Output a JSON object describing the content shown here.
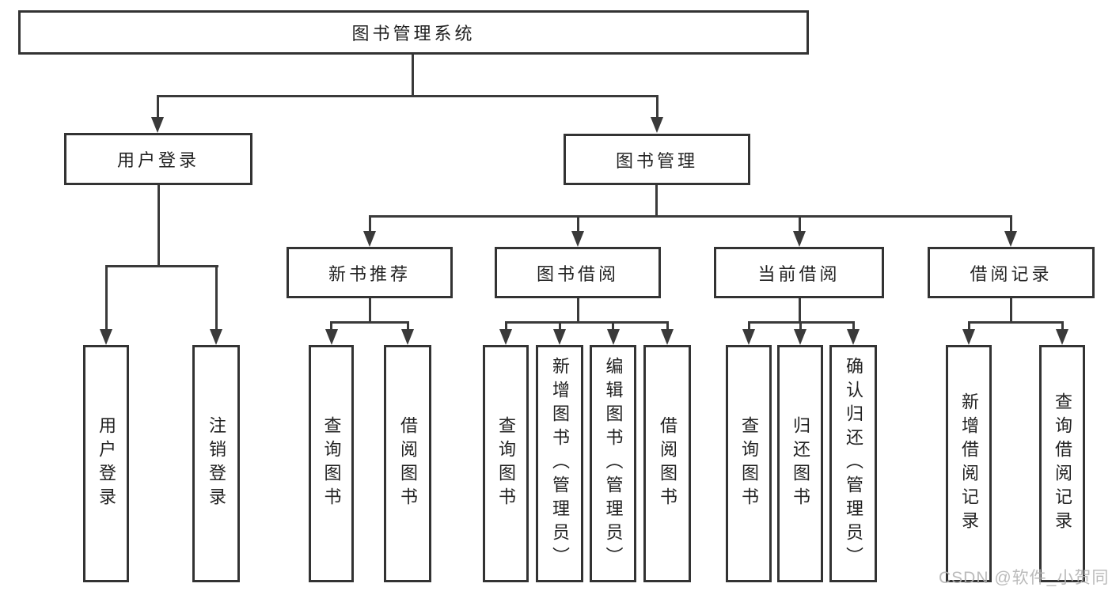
{
  "colors": {
    "line": "#3a3a3a",
    "box_border": "#333333",
    "box_fill": "#ffffff",
    "text": "#222222",
    "watermark": "#b4b4b4",
    "background": "#ffffff"
  },
  "tree": {
    "root": {
      "label": "图书管理系统",
      "children": [
        {
          "label": "用户登录",
          "children": [
            {
              "label": "用户登录"
            },
            {
              "label": "注销登录"
            }
          ]
        },
        {
          "label": "图书管理",
          "children": [
            {
              "label": "新书推荐",
              "children": [
                {
                  "label": "查询图书"
                },
                {
                  "label": "借阅图书"
                }
              ]
            },
            {
              "label": "图书借阅",
              "children": [
                {
                  "label": "查询图书"
                },
                {
                  "label": "新增图书（管理员）"
                },
                {
                  "label": "编辑图书（管理员）"
                },
                {
                  "label": "借阅图书"
                }
              ]
            },
            {
              "label": "当前借阅",
              "children": [
                {
                  "label": "查询图书"
                },
                {
                  "label": "归还图书"
                },
                {
                  "label": "确认归还（管理员）"
                }
              ]
            },
            {
              "label": "借阅记录",
              "children": [
                {
                  "label": "新增借阅记录"
                },
                {
                  "label": "查询借阅记录"
                }
              ]
            }
          ]
        }
      ]
    }
  },
  "watermark": {
    "text": "CSDN @软件_小贺同学"
  }
}
